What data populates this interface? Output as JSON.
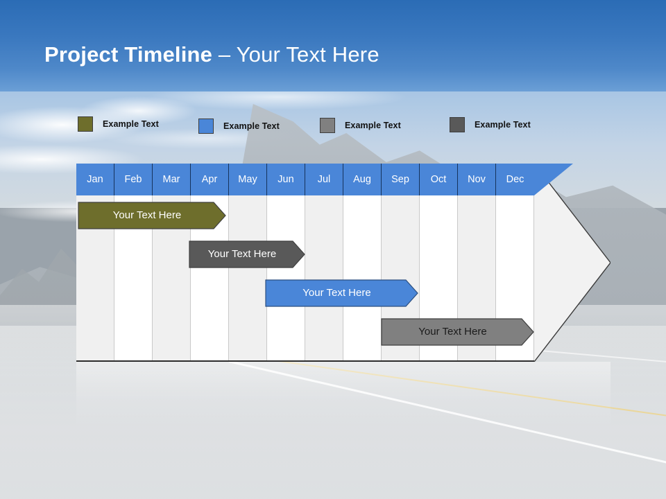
{
  "slide": {
    "title_bold": "Project Timeline",
    "title_separator": " – ",
    "title_regular": "Your Text Here"
  },
  "colors": {
    "header_band_top": "#2b6cb5",
    "header_band_bottom": "#6b9fd6",
    "month_header": "#4a86d8",
    "olive": "#6e6e2c",
    "blue": "#4a86d8",
    "gray_medium": "#808080",
    "gray_dark": "#595959",
    "column_shade": "#f0f0f0",
    "column_light": "#ffffff"
  },
  "legend": {
    "items": [
      {
        "label": "Example Text",
        "color": "#6e6e2c",
        "swatch_name": "legend-swatch-olive"
      },
      {
        "label": "Example Text",
        "color": "#4a86d8",
        "swatch_name": "legend-swatch-blue"
      },
      {
        "label": "Example Text",
        "color": "#808080",
        "swatch_name": "legend-swatch-gray-medium"
      },
      {
        "label": "Example Text",
        "color": "#595959",
        "swatch_name": "legend-swatch-gray-dark"
      }
    ]
  },
  "chart_data": {
    "type": "bar",
    "title": "Project Timeline – Your Text Here",
    "xlabel": "",
    "ylabel": "",
    "orientation": "horizontal",
    "categories": [
      "Jan",
      "Feb",
      "Mar",
      "Apr",
      "May",
      "Jun",
      "Jul",
      "Aug",
      "Sep",
      "Oct",
      "Nov",
      "Dec"
    ],
    "months": [
      {
        "label": "Jan"
      },
      {
        "label": "Feb"
      },
      {
        "label": "Mar"
      },
      {
        "label": "Apr"
      },
      {
        "label": "May"
      },
      {
        "label": "Jun"
      },
      {
        "label": "Jul"
      },
      {
        "label": "Aug"
      },
      {
        "label": "Sep"
      },
      {
        "label": "Oct"
      },
      {
        "label": "Nov"
      },
      {
        "label": "Dec"
      }
    ],
    "series": [
      {
        "name": "Example Text",
        "label": "Your  Text Here",
        "color": "#6e6e2c",
        "text_color": "#ffffff",
        "start_month": "Jan",
        "end_month": "Apr",
        "start_index": 0,
        "end_index": 3.85
      },
      {
        "name": "Example Text",
        "label": "Your  Text Here",
        "color": "#595959",
        "text_color": "#ffffff",
        "start_month": "Apr",
        "end_month": "Jun",
        "start_index": 2.95,
        "end_index": 5.95
      },
      {
        "name": "Example Text",
        "label": "Your  Text Here",
        "color": "#4a86d8",
        "text_color": "#ffffff",
        "start_month": "Jun",
        "end_month": "Sep",
        "start_index": 4.95,
        "end_index": 8.9
      },
      {
        "name": "Example Text",
        "label": "Your  Text Here",
        "color": "#808080",
        "text_color": "#1a1a1a",
        "start_month": "Sep",
        "end_month": "Nov",
        "start_index": 7.95,
        "end_index": 11.95
      }
    ],
    "grid": true,
    "legend_position": "top"
  }
}
